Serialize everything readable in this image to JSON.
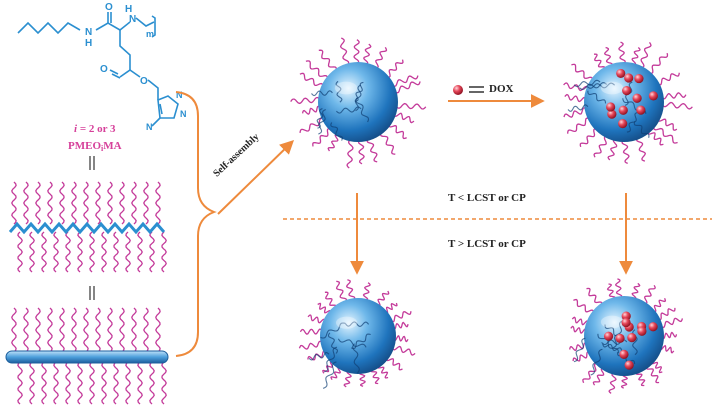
{
  "structure": {
    "atom_H": "H",
    "atom_N_amide": "N",
    "atom_O_amide": "O",
    "atom_N_backbone": "N",
    "atom_H_backbone": "H",
    "repeat_m": "m",
    "atom_O_ester1": "O",
    "atom_O_ester2": "O",
    "triazole_N1": "N",
    "triazole_N2": "N",
    "triazole_N3": "N",
    "side_chain_i_var": "i",
    "side_chain_i_rest": " = 2 or 3",
    "polymer_name_base": "PMEO",
    "polymer_name_sub": "i",
    "polymer_name_end": "MA"
  },
  "labels": {
    "self_assembly": "Self-assembly",
    "dox": "DOX",
    "below": "T < LCST or CP",
    "above": "T > LCST or CP"
  },
  "colors": {
    "chain_blue": "#2b8fd0",
    "brush_pink": "#c43b9a",
    "arrow_orange": "#ee8a3c",
    "sphere_dark": "#1d6fb8",
    "sphere_light": "#cfe9fb",
    "dox_red": "#d8243a"
  }
}
